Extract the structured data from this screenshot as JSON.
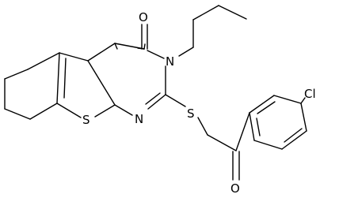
{
  "structure": {
    "atom_labels": {
      "carbonyl_oxygen_top": "O",
      "ring_nitrogen_3": "N",
      "ring_nitrogen_1": "N",
      "thiophene_sulfur": "S",
      "thioether_sulfur": "S",
      "ketone_oxygen": "O",
      "chlorine": "Cl"
    }
  },
  "colors": {
    "bond": "#000000",
    "label": "#000000",
    "background": "#ffffff"
  }
}
